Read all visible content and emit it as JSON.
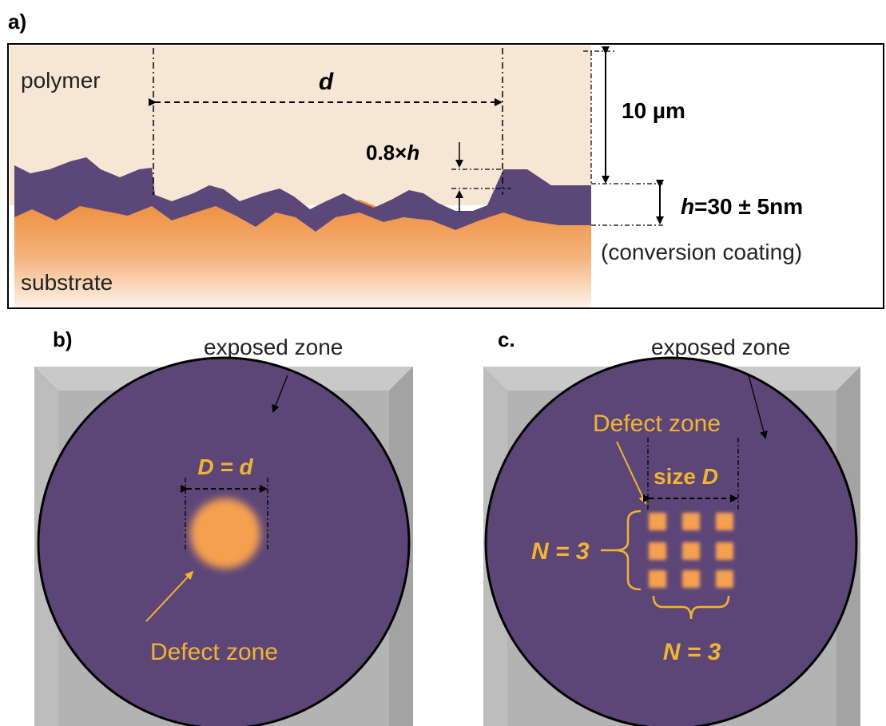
{
  "panel_a": {
    "label": "a)",
    "polymer": "polymer",
    "substrate": "substrate",
    "d": "d",
    "thickness": "10 µm",
    "ratio_prefix": "0.8×",
    "ratio_var": "h",
    "h_var": "h",
    "h_value": "=30 ± 5nm",
    "coating": "(conversion coating)"
  },
  "panel_b": {
    "label": "b)",
    "exposed": "exposed zone",
    "D_eq": "D = d",
    "defect": "Defect zone"
  },
  "panel_c": {
    "label": "c.",
    "exposed": "exposed zone",
    "defect": "Defect zone",
    "size_prefix": "size ",
    "size_var": "D",
    "n_left": "N = 3",
    "n_bottom": "N = 3"
  },
  "colors": {
    "polymer": "#f6e6d4",
    "coating": "#5b4778",
    "substrate": "#f09a4a",
    "defect": "#f5a050",
    "annotation": "#f2b530",
    "frame": "#b3b3b3"
  }
}
